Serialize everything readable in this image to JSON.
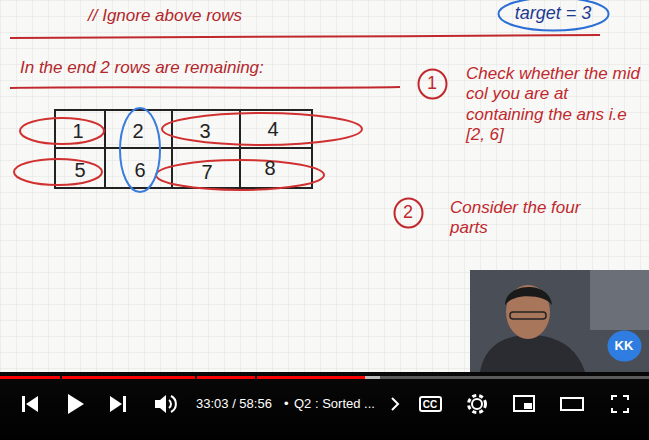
{
  "diagram": {
    "nodes": [
      {
        "text": [
          "target = 3"
        ]
      },
      {
        "text": [
          "1"
        ]
      },
      {
        "text": [
          "2"
        ]
      },
      {
        "text": [
          "CC"
        ]
      },
      {
        "text": [
          "KK"
        ]
      }
    ],
    "labels": [
      "// Ignore above rows",
      "In the end 2 rows are remaining:",
      "1",
      "2",
      "3",
      "4",
      "5",
      "6",
      "7",
      "8",
      "Check whether the mid col you are at containing the ans i.e [2, 6]",
      "Consider the four parts",
      "33:03 / 58:56",
      "•",
      "Q2 : Sorted ..."
    ]
  }
}
